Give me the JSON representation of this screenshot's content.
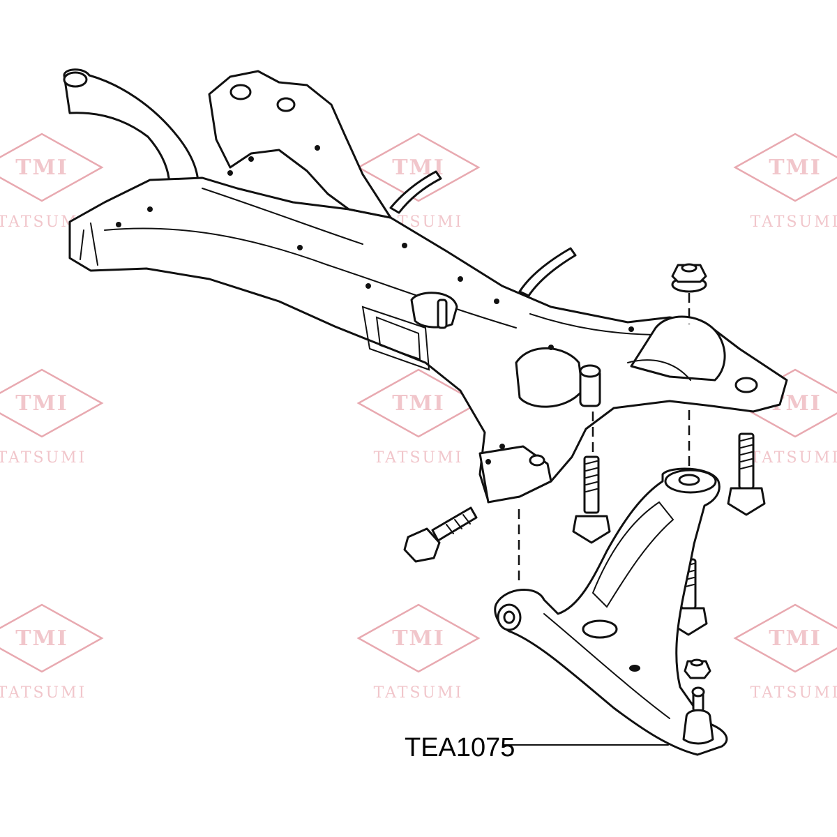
{
  "watermark": {
    "brand": "TMI",
    "name": "TATSUMI",
    "color": "#e8a9b0"
  },
  "callout": {
    "part_number": "TEA1075"
  },
  "parts": [
    "front-subframe",
    "lower-control-arm",
    "flange-bolt",
    "flange-nut",
    "ball-joint"
  ]
}
